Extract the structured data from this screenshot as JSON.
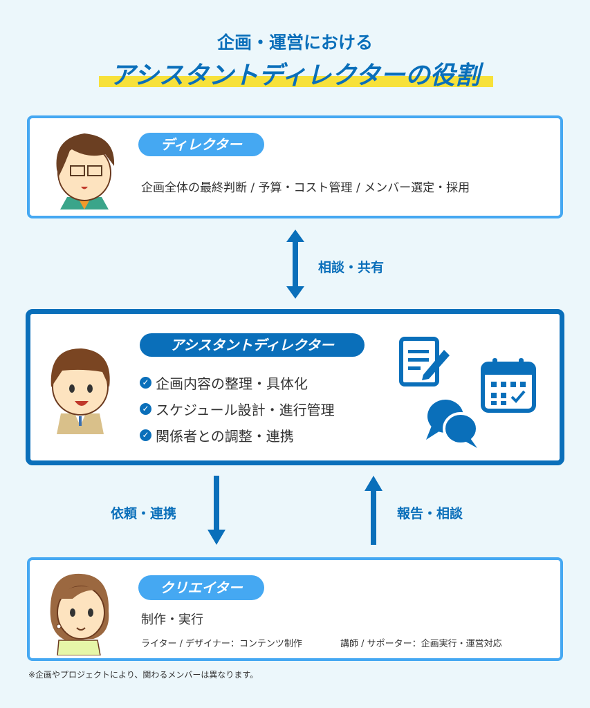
{
  "title": {
    "line1": "企画・運営における",
    "line2": "アシスタントディレクターの役割"
  },
  "director": {
    "label": "ディレクター",
    "desc": "企画全体の最終判断 / 予算・コスト管理 / メンバー選定・採用"
  },
  "arrow_top": {
    "label": "相談・共有"
  },
  "assistant": {
    "label": "アシスタントディレクター",
    "items": [
      "企画内容の整理・具体化",
      "スケジュール設計・進行管理",
      "関係者との調整・連携"
    ]
  },
  "arrow_down": {
    "label": "依頼・連携"
  },
  "arrow_up": {
    "label": "報告・相談"
  },
  "creator": {
    "label": "クリエイター",
    "desc": "制作・実行",
    "sub1": "ライター / デザイナー：コンテンツ制作",
    "sub2": "講師 / サポーター：企画実行・運営対応"
  },
  "footnote": "※企画やプロジェクトにより、関わるメンバーは異なります。",
  "colors": {
    "dark": "#0a6fba",
    "light": "#45a8f2",
    "highlight": "#f7e13a",
    "bg": "#ecf7fb"
  }
}
